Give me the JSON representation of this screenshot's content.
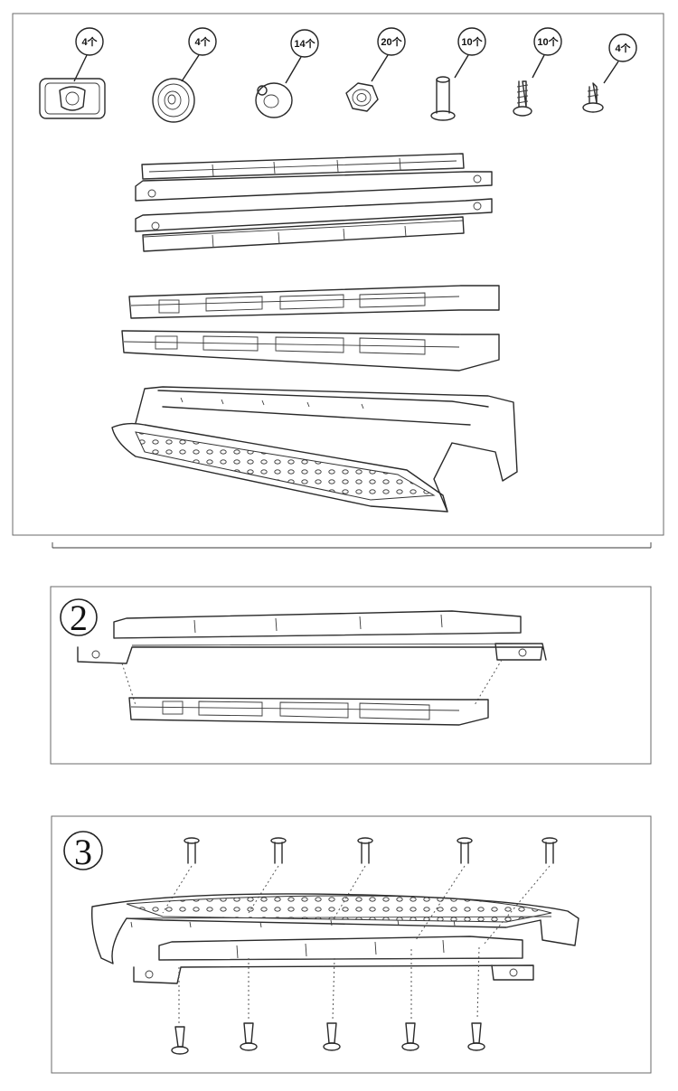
{
  "parts": [
    {
      "name": "square-clip",
      "qty": "4个"
    },
    {
      "name": "round-grommet",
      "qty": "4个"
    },
    {
      "name": "clip-nut",
      "qty": "14个"
    },
    {
      "name": "hex-nut",
      "qty": "20个"
    },
    {
      "name": "pin-rivet",
      "qty": "10个"
    },
    {
      "name": "self-tapping-screw",
      "qty": "10个"
    },
    {
      "name": "short-screw",
      "qty": "4个"
    }
  ],
  "steps": {
    "step2": "2",
    "step3": "3"
  }
}
